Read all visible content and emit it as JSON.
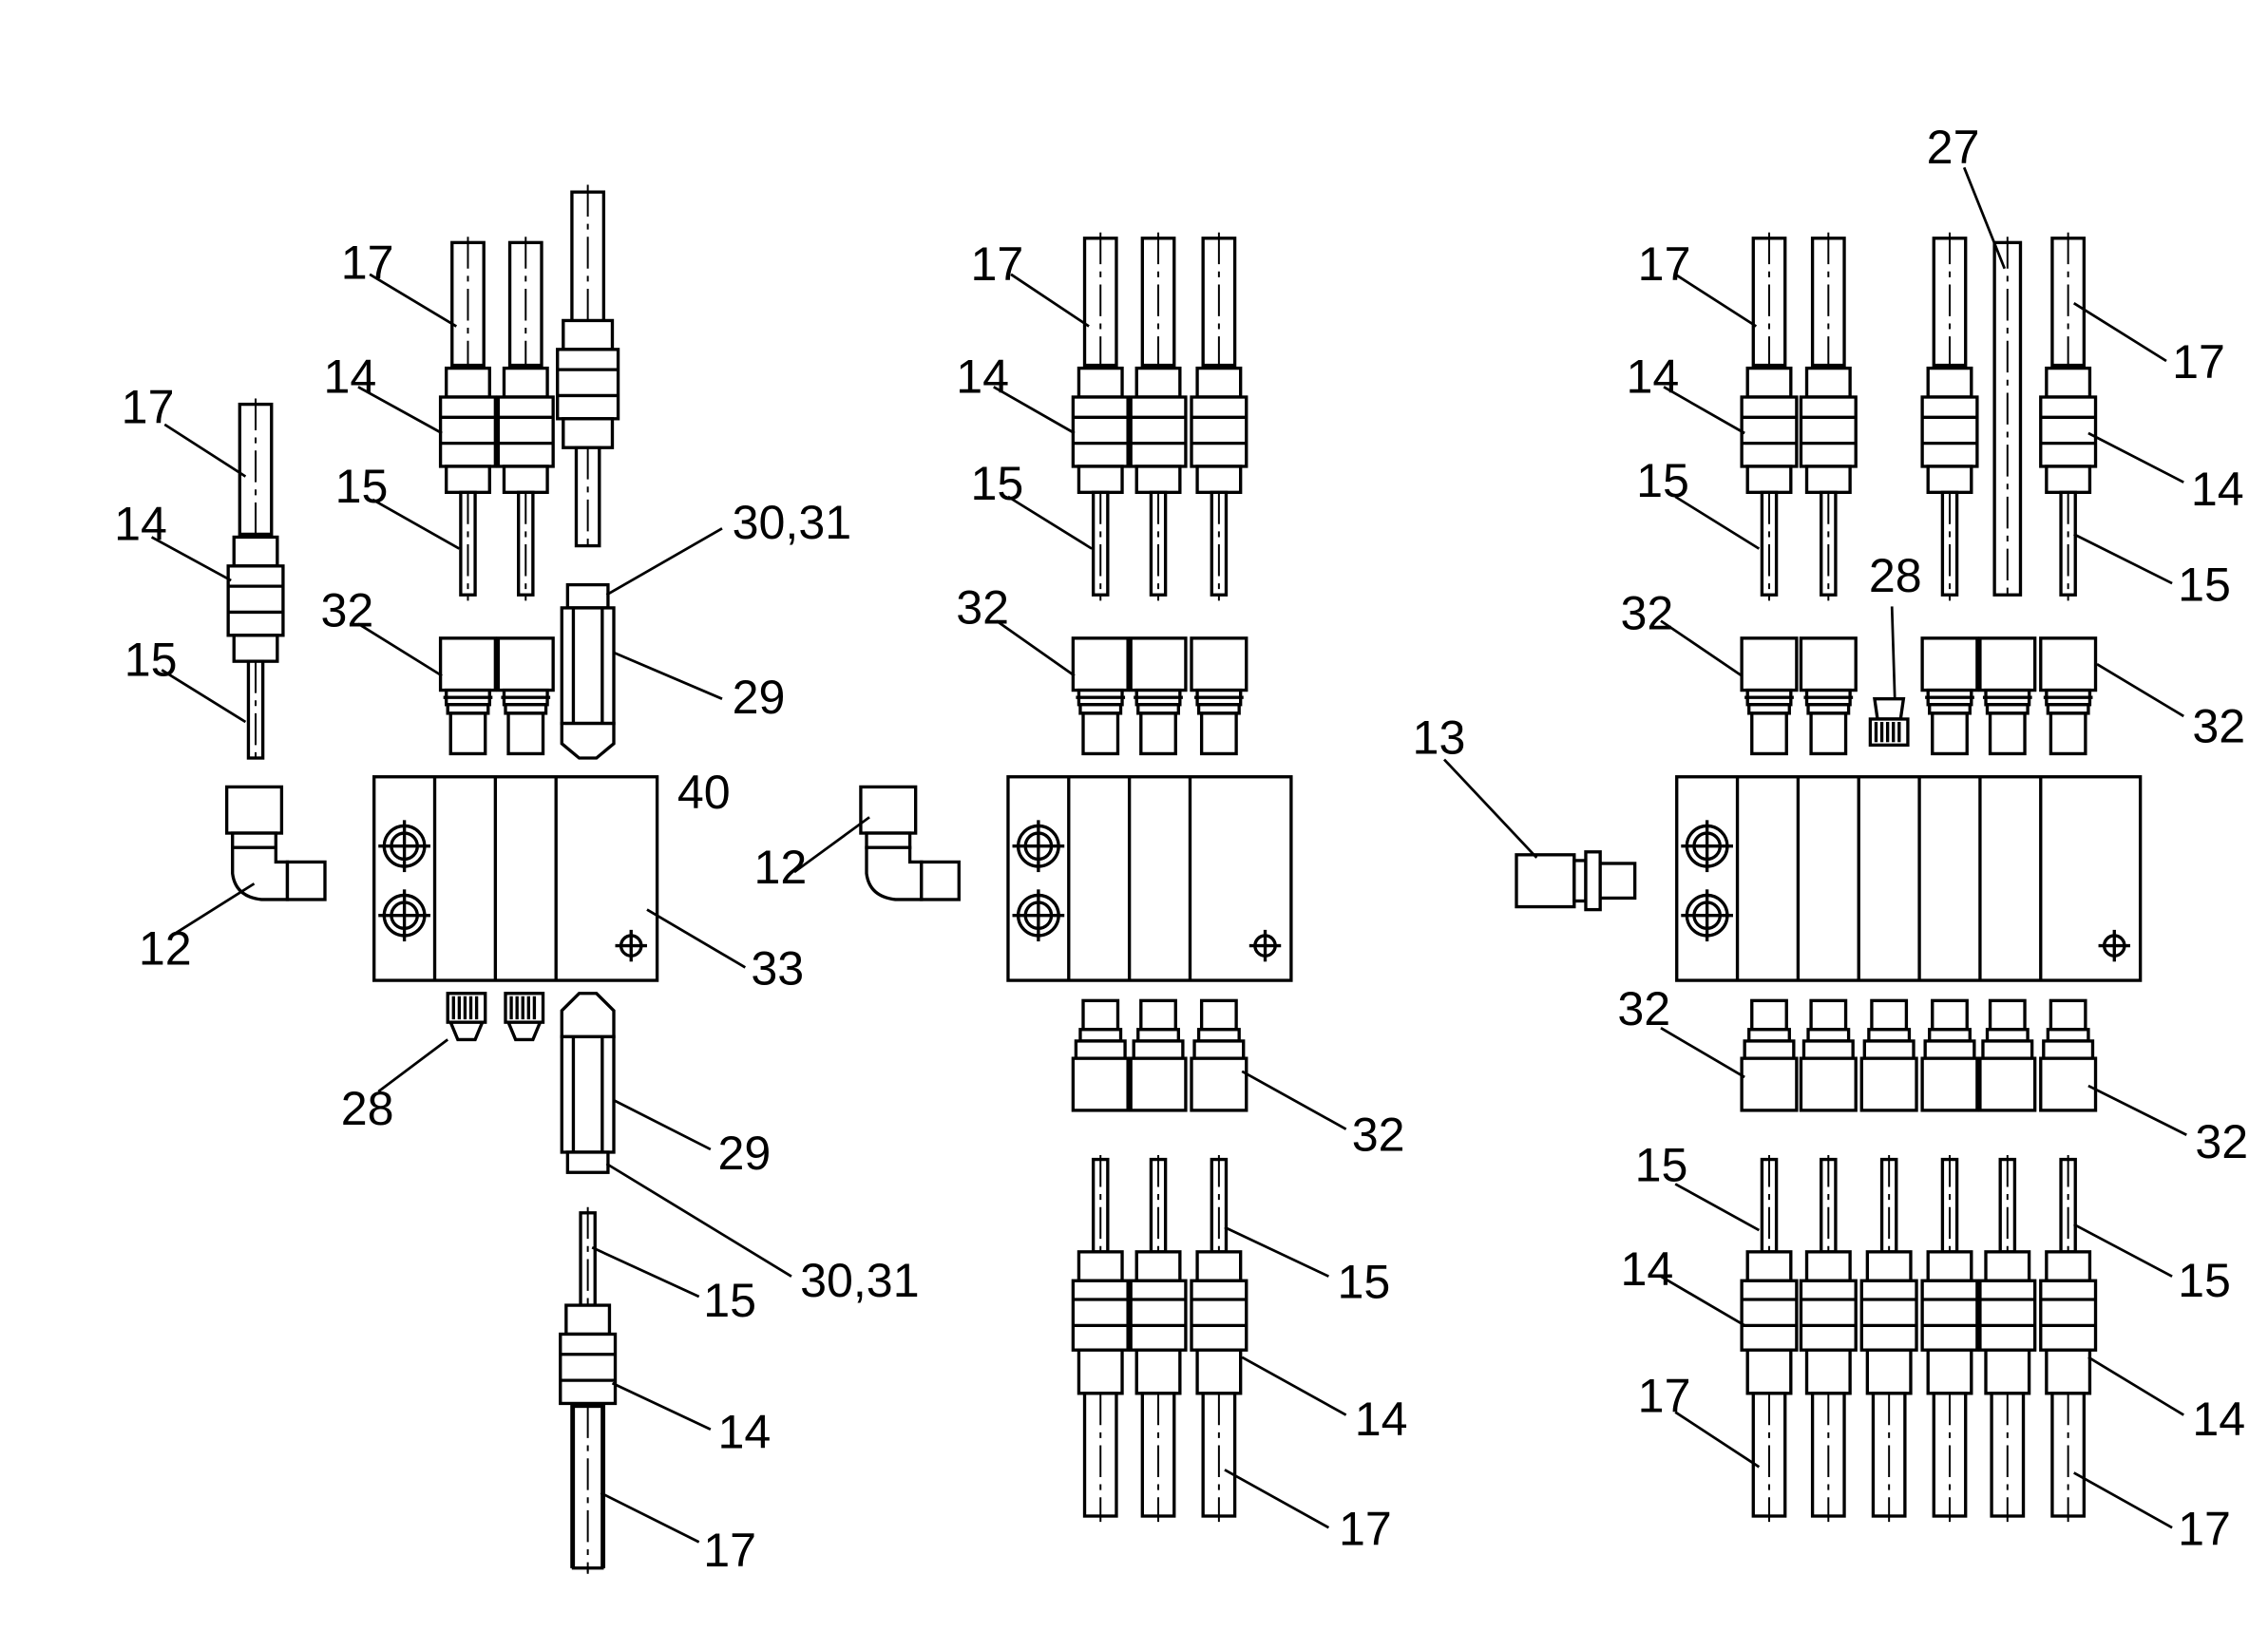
{
  "diagram": {
    "labels": [
      "12",
      "13",
      "14",
      "15",
      "17",
      "27",
      "28",
      "29",
      "30,31",
      "32",
      "33",
      "40"
    ]
  }
}
